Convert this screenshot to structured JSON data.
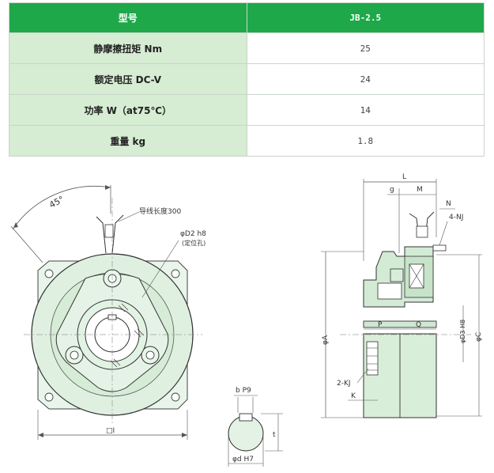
{
  "table": {
    "header": {
      "label": "型号",
      "value": "JB-2.5"
    },
    "rows": [
      {
        "label": "静摩擦扭矩 Nm",
        "value": "25"
      },
      {
        "label": "额定电压 DC-V",
        "value": "24"
      },
      {
        "label": "功率 W（at75℃）",
        "value": "14"
      },
      {
        "label": "重量 kg",
        "value": "1.8"
      }
    ]
  },
  "drawing": {
    "front_view": {
      "angle_label": "45°",
      "lead_label": "导线长度300",
      "d2_label": "φD2 h8",
      "d2_note": "(定位孔)",
      "width_label": "□I"
    },
    "keyway_view": {
      "b_label": "b P9",
      "t_label": "t",
      "d_label": "φd H7"
    },
    "side_view": {
      "L": "L",
      "g": "g",
      "M": "M",
      "N": "N",
      "nj": "4-NJ",
      "A": "φA",
      "P": "P",
      "Q": "Q",
      "D3": "φD3 H8",
      "C": "φC",
      "kj": "2-KJ",
      "K": "K"
    }
  }
}
